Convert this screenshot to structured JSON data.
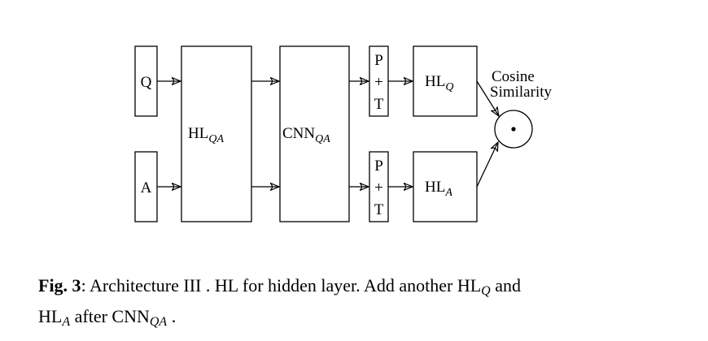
{
  "diagram": {
    "nodes": {
      "q": "Q",
      "a": "A",
      "hl_qa": {
        "main": "HL",
        "sub": "QA"
      },
      "cnn_qa": {
        "main": "CNN",
        "sub": "QA"
      },
      "pt_top": {
        "p": "P",
        "plus": "+",
        "t": "T"
      },
      "pt_bottom": {
        "p": "P",
        "plus": "+",
        "t": "T"
      },
      "hl_q": {
        "main": "HL",
        "sub": "Q"
      },
      "hl_a": {
        "main": "HL",
        "sub": "A"
      },
      "dot": "•",
      "cosine_line1": "Cosine",
      "cosine_line2": "Similarity"
    }
  },
  "caption": {
    "fig_label": "Fig. 3",
    "part1": ": Architecture III . HL for hidden layer. Add another ",
    "hl1": "HL",
    "hl1_sub": "Q",
    "and": " and",
    "hl2": "HL",
    "hl2_sub": "A",
    "after": " after ",
    "cnn": "CNN",
    "cnn_sub": "QA",
    "end": " ."
  }
}
